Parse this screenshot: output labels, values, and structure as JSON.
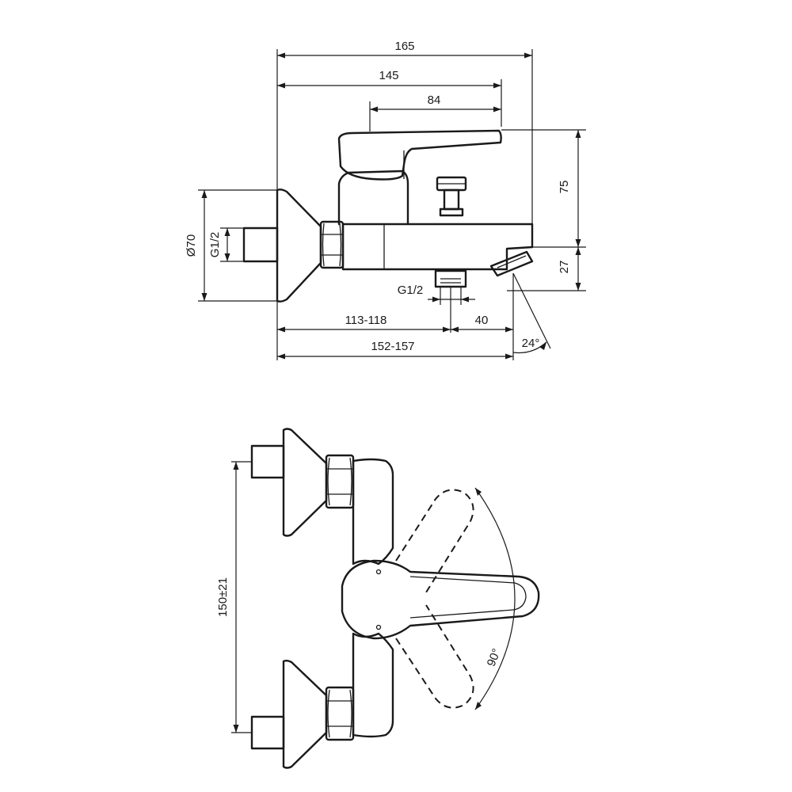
{
  "side_view": {
    "dims": {
      "d165": "165",
      "d145": "145",
      "d84": "84",
      "d75": "75",
      "d27": "27",
      "dia70": "Ø70",
      "g12_left": "G1/2",
      "g12_bottom": "G1/2",
      "d113_118": "113-118",
      "d40": "40",
      "d152_157": "152-157",
      "angle24": "24°"
    }
  },
  "top_view": {
    "dims": {
      "d150": "150±21",
      "angle90": "90°"
    }
  }
}
